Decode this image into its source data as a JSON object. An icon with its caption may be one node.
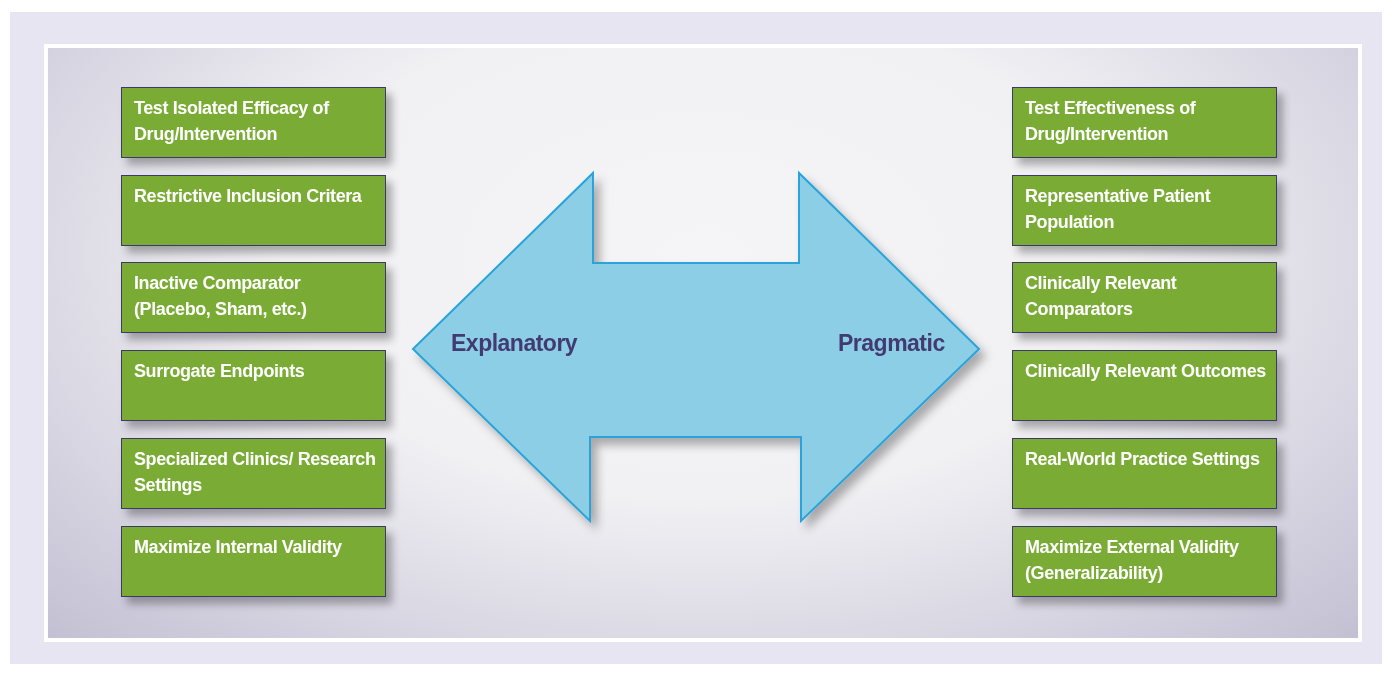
{
  "diagram": {
    "nodes": [
      {
        "text": [
          "Test Isolated Efficacy of Drug/Intervention"
        ]
      },
      {
        "text": [
          "Restrictive Inclusion Critera"
        ]
      },
      {
        "text": [
          "Inactive Comparator (Placebo, Sham, etc.)"
        ]
      },
      {
        "text": [
          "Surrogate Endpoints"
        ]
      },
      {
        "text": [
          "Specialized Clinics/ Research Settings"
        ]
      },
      {
        "text": [
          "Maximize Internal Validity"
        ]
      },
      {
        "text": [
          "Explanatory",
          "Pragmatic"
        ]
      },
      {
        "text": [
          "Test Effectiveness of Drug/Intervention"
        ]
      },
      {
        "text": [
          "Representative Patient Population"
        ]
      },
      {
        "text": [
          "Clinically Relevant Comparators"
        ]
      },
      {
        "text": [
          "Clinically Relevant Outcomes"
        ]
      },
      {
        "text": [
          "Real-World Practice Settings"
        ]
      },
      {
        "text": [
          "Maximize External Validity (Generalizability)"
        ]
      }
    ]
  }
}
